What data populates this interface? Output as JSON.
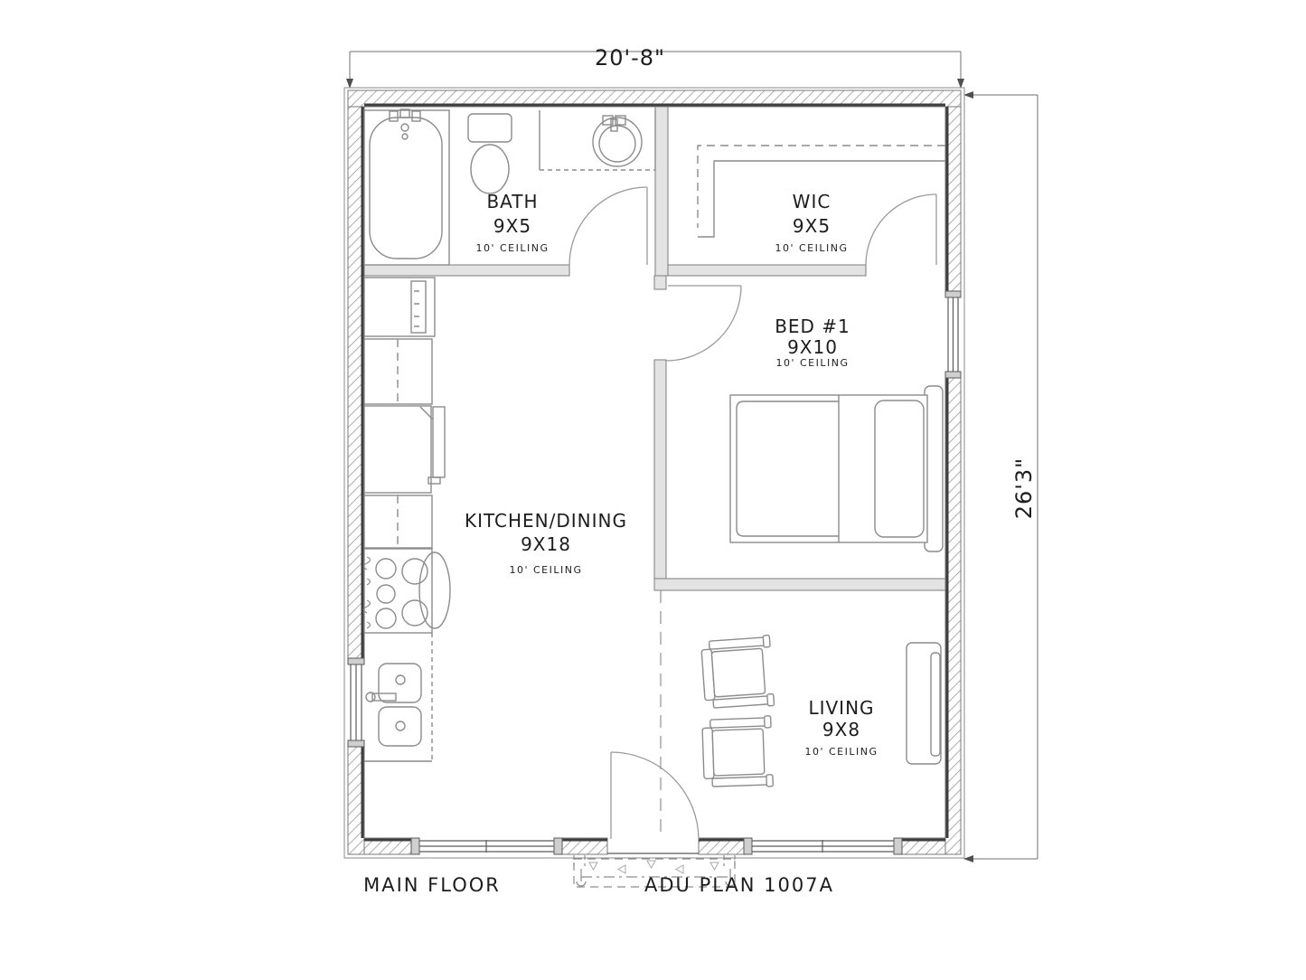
{
  "drawing": {
    "dim_width": "20'-8\"",
    "dim_height": "26'3\"",
    "footer_left": "MAIN FLOOR",
    "footer_right": "ADU PLAN 1007A"
  },
  "rooms": {
    "bath": {
      "name": "BATH",
      "size": "9X5",
      "ceiling": "10' CEILING"
    },
    "wic": {
      "name": "WIC",
      "size": "9X5",
      "ceiling": "10' CEILING"
    },
    "bed1": {
      "name": "BED #1",
      "size": "9X10",
      "ceiling": "10' CEILING"
    },
    "kitchen": {
      "name": "KITCHEN/DINING",
      "size": "9X18",
      "ceiling": "10' CEILING"
    },
    "living": {
      "name": "LIVING",
      "size": "9X8",
      "ceiling": "10' CEILING"
    }
  },
  "colors": {
    "background": "#ffffff",
    "line": "#4a4a4a",
    "wall_hatch": "#aeaeae",
    "wall_face": "#3e3e3e",
    "text": "#1d1d1d"
  }
}
